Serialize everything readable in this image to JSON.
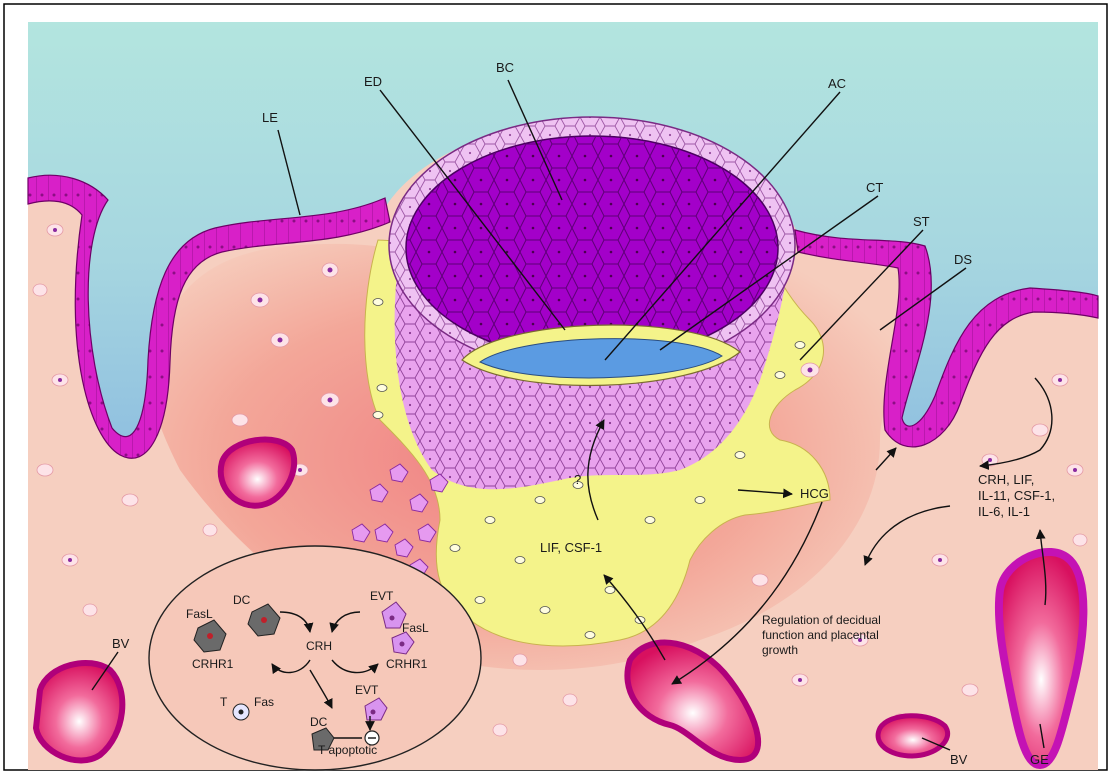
{
  "labels": {
    "le": "LE",
    "ed": "ED",
    "bc": "BC",
    "ac": "AC",
    "ct": "CT",
    "st": "ST",
    "ds": "DS",
    "bv_left": "BV",
    "bv_bottom": "BV",
    "ge": "GE",
    "hcg": "HCG",
    "question": "?",
    "lif_csf": "LIF, CSF-1",
    "cytokines": [
      "CRH, LIF,",
      "IL-11, CSF-1,",
      "IL-6, IL-1"
    ],
    "regulation": [
      "Regulation of decidual",
      "function and placental",
      "growth"
    ]
  },
  "inset": {
    "fasl_left": "FasL",
    "dc_top": "DC",
    "crh": "CRH",
    "evt_top": "EVT",
    "fasl_right": "FasL",
    "crhr1_left": "CRHR1",
    "crhr1_right": "CRHR1",
    "t": "T",
    "fas": "Fas",
    "evt_bottom": "EVT",
    "dc_bottom": "DC",
    "t_apoptotic": "T apoptotic"
  },
  "colors": {
    "lumen_top": "#aedfe0",
    "lumen_bottom": "#9ac6df",
    "stroma": "#f6cdbd",
    "decidua": "#f2a099",
    "epithelium": "#d51fc8",
    "icm": "#a100c8",
    "trophoblast": "#e9a6ef",
    "syncytio": "#f2f18a",
    "amnion": "#5a9be0",
    "vessel": "#e0136a"
  }
}
